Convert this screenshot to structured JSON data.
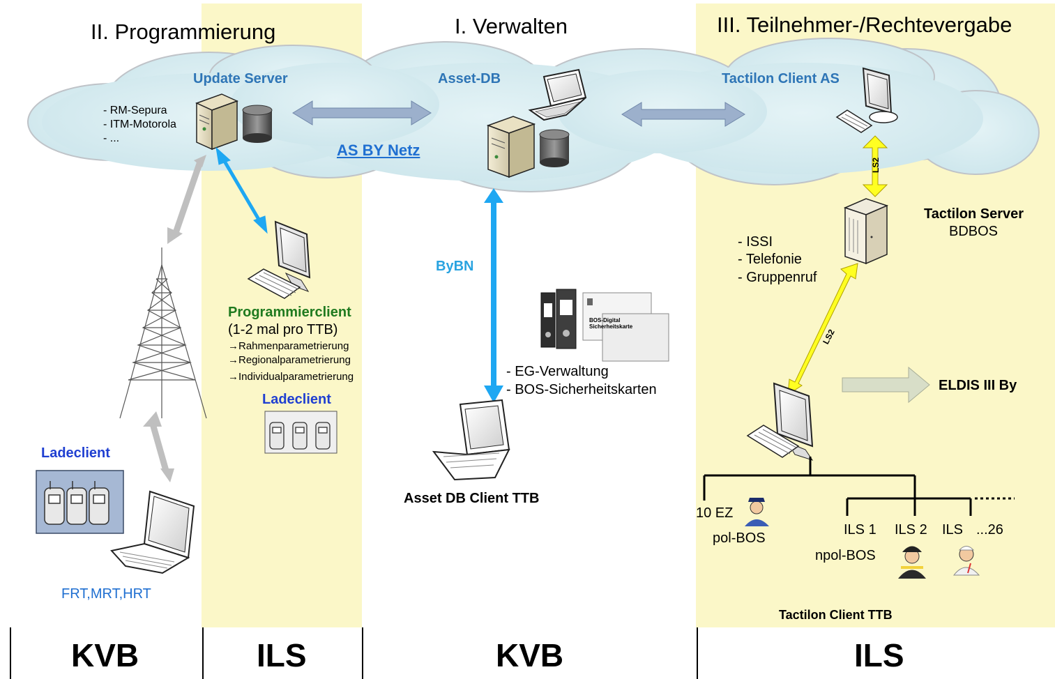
{
  "sections": {
    "programmierung": "II. Programmierung",
    "verwalten": "I. Verwalten",
    "teilnehmer": "III. Teilnehmer-/Rechtevergabe"
  },
  "cloud": {
    "update_server": "Update Server",
    "update_server_items": [
      "- RM-Sepura",
      "- ITM-Motorola",
      "- ..."
    ],
    "asset_db": "Asset-DB",
    "network": "AS BY Netz",
    "tactilon_client_as": "Tactilon Client AS"
  },
  "left": {
    "ladeclient": "Ladeclient",
    "radio_types": "FRT,MRT,HRT"
  },
  "programmierclient": {
    "title": "Programmierclient",
    "frequency": "(1-2 mal pro TTB)",
    "items": [
      "→Rahmenparametrierung",
      "→Regionalparametrierung",
      "→Individualparametrierung"
    ],
    "ladeclient": "Ladeclient"
  },
  "middle": {
    "link_label": "ByBN",
    "card_title": "BOS-Digital Sicherheitskarte",
    "items": [
      "- EG-Verwaltung",
      "- BOS-Sicherheitskarten"
    ],
    "client": "Asset DB Client TTB"
  },
  "right": {
    "ls2_top": "LS2",
    "ls2_mid": "LS2",
    "server_title": "Tactilon Server",
    "server_sub": "BDBOS",
    "server_items": [
      "- ISSI",
      "- Telefonie",
      "- Gruppenruf"
    ],
    "eldis": "ELDIS III By",
    "ez": "10 EZ",
    "pol_bos": "pol-BOS",
    "ils1": "ILS 1",
    "ils2": "ILS 2",
    "ils3": "ILS",
    "ils26": "...26",
    "npol_bos": "npol-BOS",
    "client_ttb": "Tactilon Client TTB"
  },
  "bottom": [
    "KVB",
    "ILS",
    "KVB",
    "ILS"
  ],
  "colors": {
    "ils_band": "#FBF7C8",
    "cloud": "#D6EBF0",
    "cloud_outline": "#BFC3C8",
    "blue_arrow": "#1EA7F2",
    "yellow_arrow": "#FFFF22",
    "gray_arrow": "#BFBFBF",
    "cloud_arrow": "#9CB0CC"
  }
}
